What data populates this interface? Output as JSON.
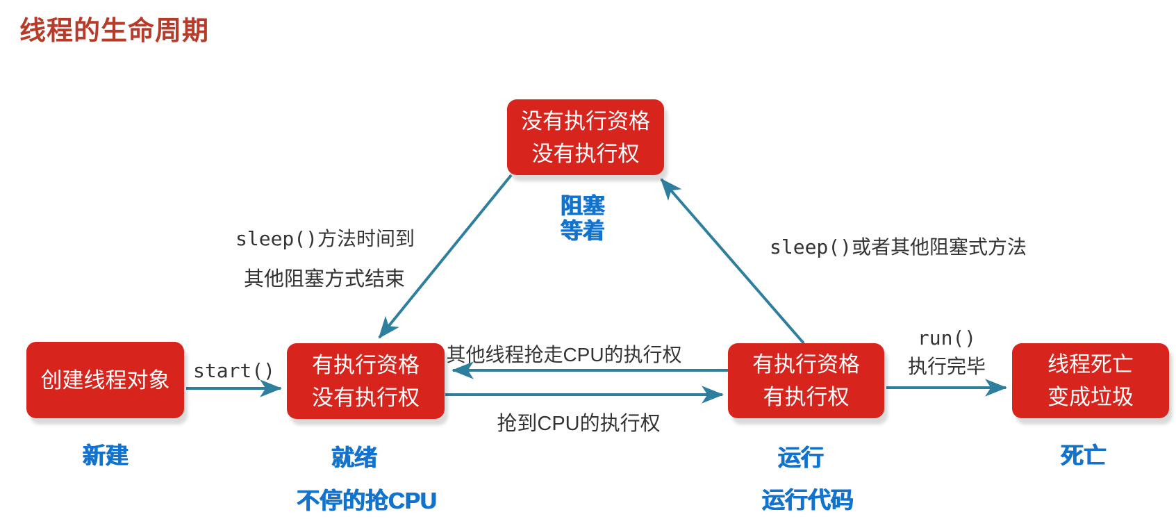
{
  "title": "线程的生命周期",
  "colors": {
    "box": "#d7241d",
    "box_text": "#ffffff",
    "title": "#b83b2a",
    "state_label": "#1173cd",
    "arrow": "#2e7f9e",
    "edge_label": "#333333",
    "background": "#ffffff"
  },
  "nodes": {
    "create": {
      "line1": "创建线程对象",
      "state": "新建"
    },
    "ready": {
      "line1": "有执行资格",
      "line2": "没有执行权",
      "state": "就绪",
      "note": "不停的抢CPU"
    },
    "blocked": {
      "line1": "没有执行资格",
      "line2": "没有执行权",
      "state": "阻塞",
      "note": "等着"
    },
    "running": {
      "line1": "有执行资格",
      "line2": "有执行权",
      "state": "运行",
      "note": "运行代码"
    },
    "dead": {
      "line1": "线程死亡",
      "line2": "变成垃圾",
      "state": "死亡"
    }
  },
  "edges": {
    "start": {
      "label": "start()"
    },
    "unblock": {
      "line1": "sleep()方法时间到",
      "line2": "其他阻塞方式结束"
    },
    "block": {
      "label": "sleep()或者其他阻塞式方法"
    },
    "preempt": {
      "label": "其他线程抢走CPU的执行权"
    },
    "acquire": {
      "label": "抢到CPU的执行权"
    },
    "finish": {
      "line1": "run()",
      "line2": "执行完毕"
    }
  }
}
